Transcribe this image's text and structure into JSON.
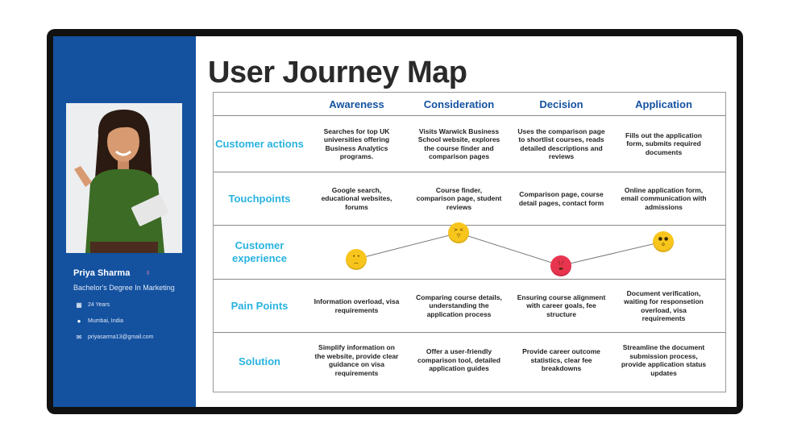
{
  "title": "User Journey Map",
  "profile": {
    "name": "Priya Sharma",
    "degree": "Bachelor's Degree In Marketing",
    "age": "24 Years",
    "location": "Mumbai, India",
    "email": "priyasarma13@gmail.com"
  },
  "stages": [
    "Awareness",
    "Consideration",
    "Decision",
    "Application"
  ],
  "rows": [
    {
      "label": "Customer actions",
      "cells": [
        "Searches for top UK universities offering Business Analytics programs.",
        "Visits Warwick Business School website, explores the course finder and comparison pages",
        "Uses the comparison page to shortlist courses, reads detailed descriptions and reviews",
        "Fills out the application form, submits required documents"
      ]
    },
    {
      "label": "Touchpoints",
      "cells": [
        "Google search, educational websites, forums",
        "Course finder, comparison page, student reviews",
        "Comparison page, course detail pages, contact form",
        "Online application form, email communication with admissions"
      ]
    },
    {
      "label": "Customer experience",
      "cells": []
    },
    {
      "label": "Pain Points",
      "cells": [
        "Information overload, visa requirements",
        "Comparing course details, understanding the application process",
        "Ensuring course alignment with career goals, fee structure",
        "Document verification, waiting for responsetion overload, visa requirements"
      ]
    },
    {
      "label": "Solution",
      "cells": [
        "Simplify information on the website, provide clear guidance on visa requirements",
        "Offer a user-friendly comparison tool, detailed application guides",
        "Provide career outcome statistics, clear fee breakdowns",
        "Streamline the document submission process, provide application status updates"
      ]
    }
  ],
  "experience": [
    {
      "stage": "Awareness",
      "emotion": "sad",
      "level": 0.25
    },
    {
      "stage": "Consideration",
      "emotion": "laughing",
      "level": 0.85
    },
    {
      "stage": "Decision",
      "emotion": "angry",
      "level": 0.1
    },
    {
      "stage": "Application",
      "emotion": "surprised",
      "level": 0.65
    }
  ],
  "icons": {
    "age": "calendar-icon",
    "location": "location-pin-icon",
    "email": "mail-icon",
    "gender": "female-icon"
  },
  "colors": {
    "sidebar": "#1452a0",
    "stage_header": "#1452a0",
    "row_label": "#29b3e0",
    "emoji_yellow": "#f8c51c",
    "emoji_red": "#e8344e"
  }
}
